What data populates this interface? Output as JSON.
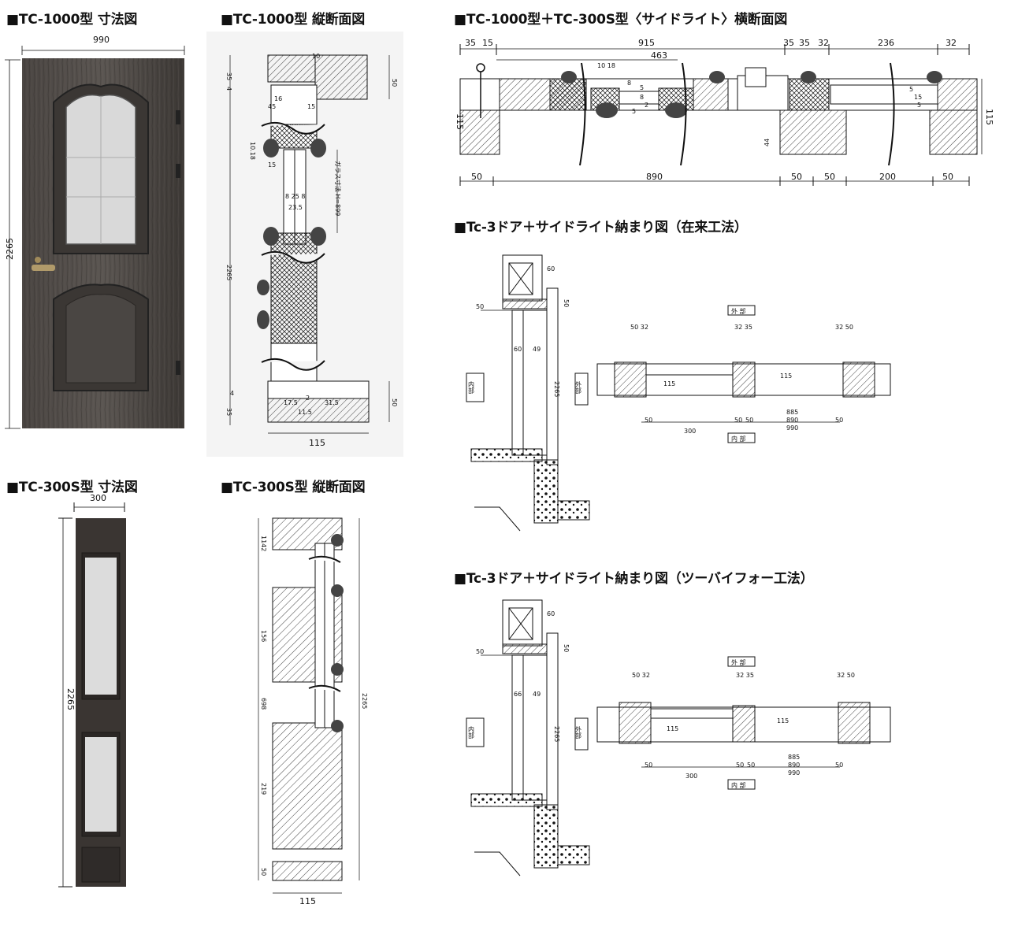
{
  "headings": {
    "tc1000_dim": "■TC-1000型 寸法図",
    "tc1000_section": "■TC-1000型 縦断面図",
    "plan_section": "■TC-1000型＋TC-300S型〈サイドライト〉横断面図",
    "tc3_conventional": "■Tc-3ドア＋サイドライト納まり図（在来工法）",
    "tc300s_dim": "■TC-300S型 寸法図",
    "tc300s_section": "■TC-300S型 縦断面図",
    "tc3_2x4": "■Tc-3ドア＋サイドライト納まり図（ツーバイフォー工法）"
  },
  "tc1000": {
    "width": "990",
    "height": "2265"
  },
  "tc1000_section": {
    "d35": "35",
    "d4": "4",
    "d10": "10",
    "d45": "45",
    "d15": "15",
    "d16": "16",
    "d10_18": "10.18",
    "d15b": "15",
    "glass": "ガラス寸法 H=899",
    "d8258": "8 25 8",
    "d235": "23.5",
    "height": "2265",
    "d50top": "50",
    "d50bot": "50",
    "d4b": "4",
    "d35b": "35",
    "d17": "17.5",
    "d115": "11.5",
    "d2": "2",
    "d315": "31.5",
    "bottom": "115"
  },
  "plan_section": {
    "top_dims": [
      "35",
      "15",
      "915",
      "35",
      "35",
      "32",
      "236",
      "32"
    ],
    "d463": "463",
    "d10_18": "10 18",
    "d115": "115",
    "d115r": "115",
    "d44": "44",
    "bottom_dims": [
      "50",
      "890",
      "50",
      "50",
      "200",
      "50"
    ],
    "small": [
      "5",
      "8",
      "2",
      "5",
      "15",
      "5",
      "8",
      "5"
    ]
  },
  "tc300s": {
    "width": "300",
    "height": "2265"
  },
  "tc300s_section": {
    "left_dims": [
      "1142",
      "156",
      "698",
      "219",
      "50"
    ],
    "height": "2265",
    "bottom": "115"
  },
  "install_conventional": {
    "exterior": "外 部",
    "interior": "内 部",
    "interior_v": "内部",
    "exterior_v": "外部",
    "d60": "60",
    "d50": "50",
    "d50b": "50",
    "d60b": "60",
    "d49": "49",
    "height": "2265",
    "top_left": "50 32",
    "top_mid": "32 35",
    "top_right": "32 50",
    "d115a": "115",
    "d115b": "115",
    "bottom": [
      "50",
      "300",
      "50",
      "50",
      "50"
    ],
    "d885": "885",
    "d890": "890",
    "d990": "990"
  },
  "install_2x4": {
    "exterior": "外 部",
    "interior": "内 部",
    "interior_v": "内部",
    "exterior_v": "外部",
    "d60": "60",
    "d50": "50",
    "d50b": "50",
    "d66": "66",
    "d49": "49",
    "height": "2265",
    "top_left": "50 32",
    "top_mid": "32 35",
    "top_right": "32 50",
    "d115a": "115",
    "d115b": "115",
    "bottom": [
      "50",
      "300",
      "50",
      "50",
      "50"
    ],
    "d885": "885",
    "d890": "890",
    "d990": "990"
  },
  "colors": {
    "door_wood": "#3a3633",
    "door_wood_light": "#5e5955",
    "glass": "#d8d8d8",
    "line": "#111111"
  }
}
